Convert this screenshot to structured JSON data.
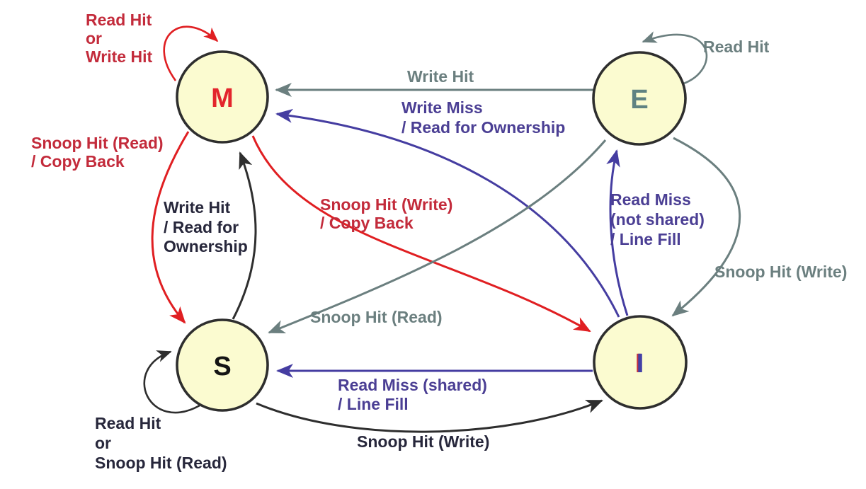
{
  "colors": {
    "canvas_bg": "#ffffff",
    "node_fill": "#fbfbd0",
    "node_stroke": "#2e2e2e",
    "m_letter": "#e3252c",
    "e_letter": "#5f8282",
    "s_letter": "#141414",
    "i_letter": "#4340a6",
    "i_letter_fringe": "#c4303e",
    "red_edge": "#e01f22",
    "red_label": "#c32b3b",
    "gray_edge": "#6b7f7f",
    "gray_label": "#6b7f7f",
    "purple_edge": "#453da1",
    "purple_label": "#4b3f94",
    "black_edge": "#2e2e2e",
    "black_label": "#27273b"
  },
  "nodes": {
    "modified": {
      "label": "M"
    },
    "exclusive": {
      "label": "E"
    },
    "shared": {
      "label": "S"
    },
    "invalid": {
      "label": "I"
    }
  },
  "transitions": {
    "m_self": {
      "from": "M",
      "to": "M",
      "lines": [
        "Read Hit",
        "or",
        "Write Hit"
      ]
    },
    "e_to_m": {
      "from": "E",
      "to": "M",
      "lines": [
        "Write Hit"
      ]
    },
    "i_to_m": {
      "from": "I",
      "to": "M",
      "lines": [
        "Write Miss",
        "/ Read for Ownership"
      ]
    },
    "e_self": {
      "from": "E",
      "to": "E",
      "lines": [
        "Read Hit"
      ]
    },
    "m_to_s": {
      "from": "M",
      "to": "S",
      "lines": [
        "Snoop Hit (Read)",
        "/ Copy Back"
      ]
    },
    "s_to_m": {
      "from": "S",
      "to": "M",
      "lines": [
        "Write Hit",
        "/ Read for",
        "Ownership"
      ]
    },
    "m_to_i": {
      "from": "M",
      "to": "I",
      "lines": [
        "Snoop Hit (Write)",
        "/ Copy Back"
      ]
    },
    "i_to_e": {
      "from": "I",
      "to": "E",
      "lines": [
        "Read Miss",
        "(not shared)",
        "/ Line Fill"
      ]
    },
    "e_to_i": {
      "from": "E",
      "to": "I",
      "lines": [
        "Snoop Hit (Write)"
      ]
    },
    "e_to_s": {
      "from": "E",
      "to": "S",
      "lines": [
        "Snoop Hit (Read)"
      ]
    },
    "i_to_s": {
      "from": "I",
      "to": "S",
      "lines": [
        "Read Miss (shared)",
        "/ Line Fill"
      ]
    },
    "s_to_i": {
      "from": "S",
      "to": "I",
      "lines": [
        "Snoop Hit (Write)"
      ]
    },
    "s_self": {
      "from": "S",
      "to": "S",
      "lines": [
        "Read Hit",
        "or",
        "Snoop Hit (Read)"
      ]
    }
  }
}
